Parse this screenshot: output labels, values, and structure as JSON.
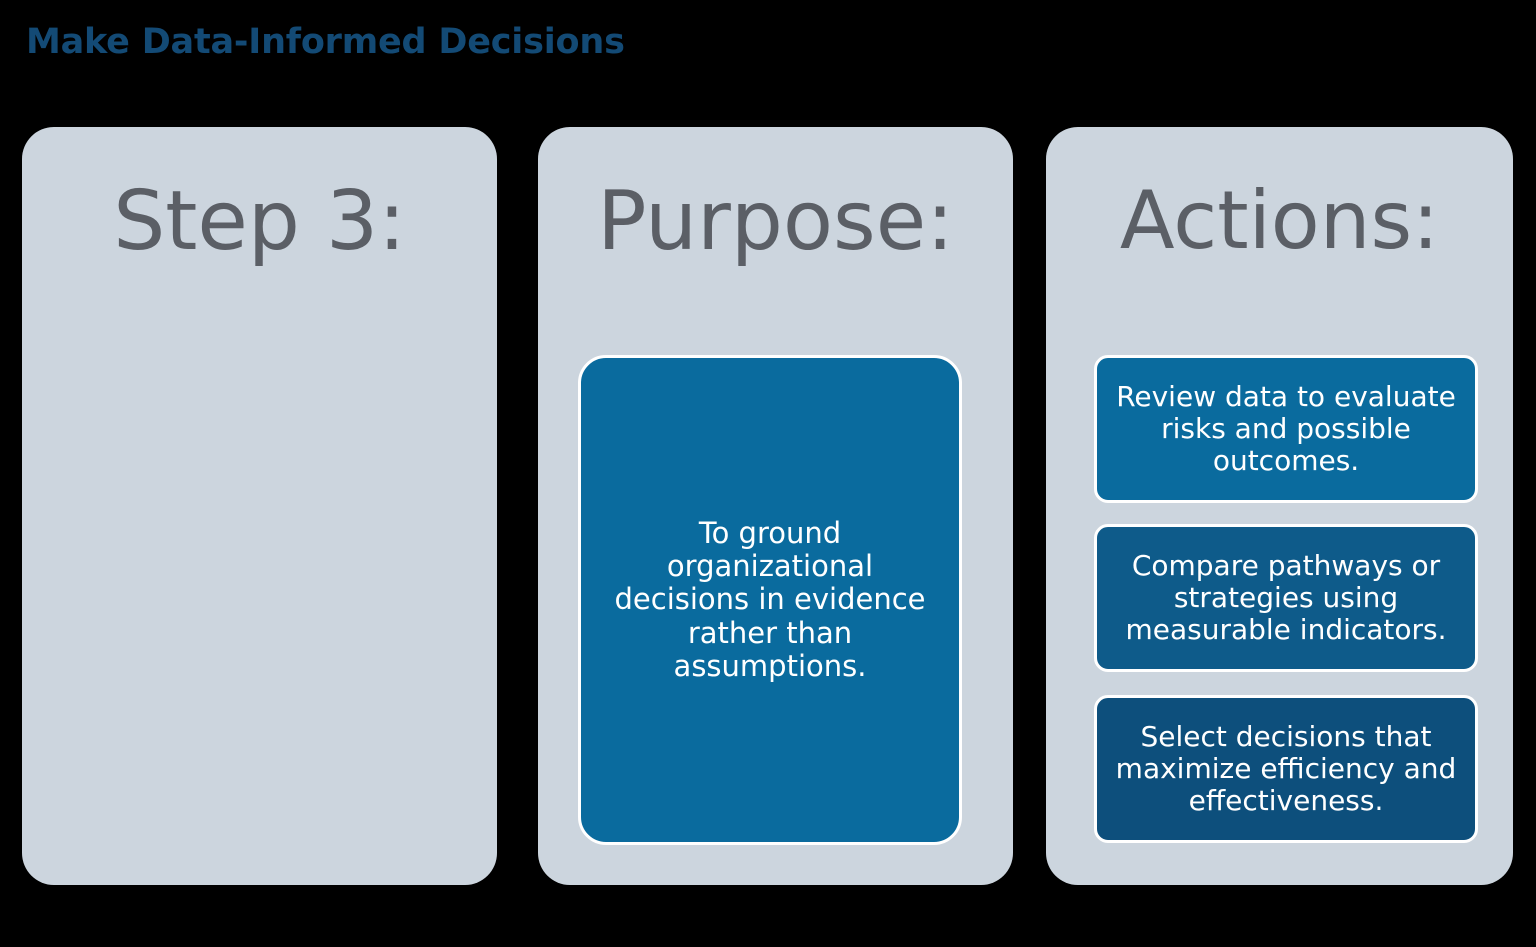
{
  "slide": {
    "title": "Make Data-Informed Decisions",
    "background_color": "#000000",
    "title_color": "#134a75",
    "panel_color": "#ccd5de",
    "heading_color": "#5b5f66"
  },
  "columns": {
    "step": {
      "heading": "Step 3:"
    },
    "purpose": {
      "heading": "Purpose:",
      "card": {
        "text": "To ground organizational decisions in evidence rather than assumptions.",
        "color": "#0a6b9e"
      }
    },
    "actions": {
      "heading": "Actions:",
      "cards": [
        {
          "text": "Review data to evaluate risks and possible outcomes.",
          "color": "#0a6b9e"
        },
        {
          "text": "Compare pathways or strategies using measurable indicators.",
          "color": "#0e5b8a"
        },
        {
          "text": "Select decisions that maximize efficiency and effectiveness.",
          "color": "#0d4f7c"
        }
      ]
    }
  }
}
